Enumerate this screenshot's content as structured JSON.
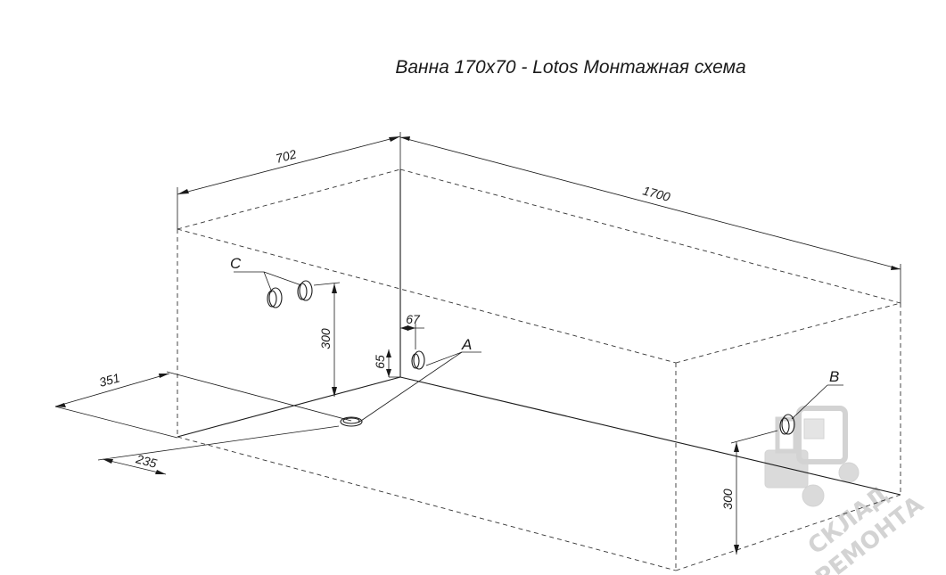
{
  "title": "Ванна 170х70 - Lotos Монтажная схема",
  "dimensions": {
    "width": "702",
    "length": "1700",
    "outlet_offset_side": "351",
    "drain_offset": "235",
    "c_height": "300",
    "b_height": "300",
    "a_horizontal": "67",
    "a_vertical": "65"
  },
  "labels": {
    "a": "A",
    "b": "B",
    "c": "C"
  },
  "watermark": {
    "line1": "СКЛАД",
    "line2": "РЕМОНТА"
  },
  "colors": {
    "line": "#1a1a1a",
    "watermark": "#cfcfcf"
  }
}
